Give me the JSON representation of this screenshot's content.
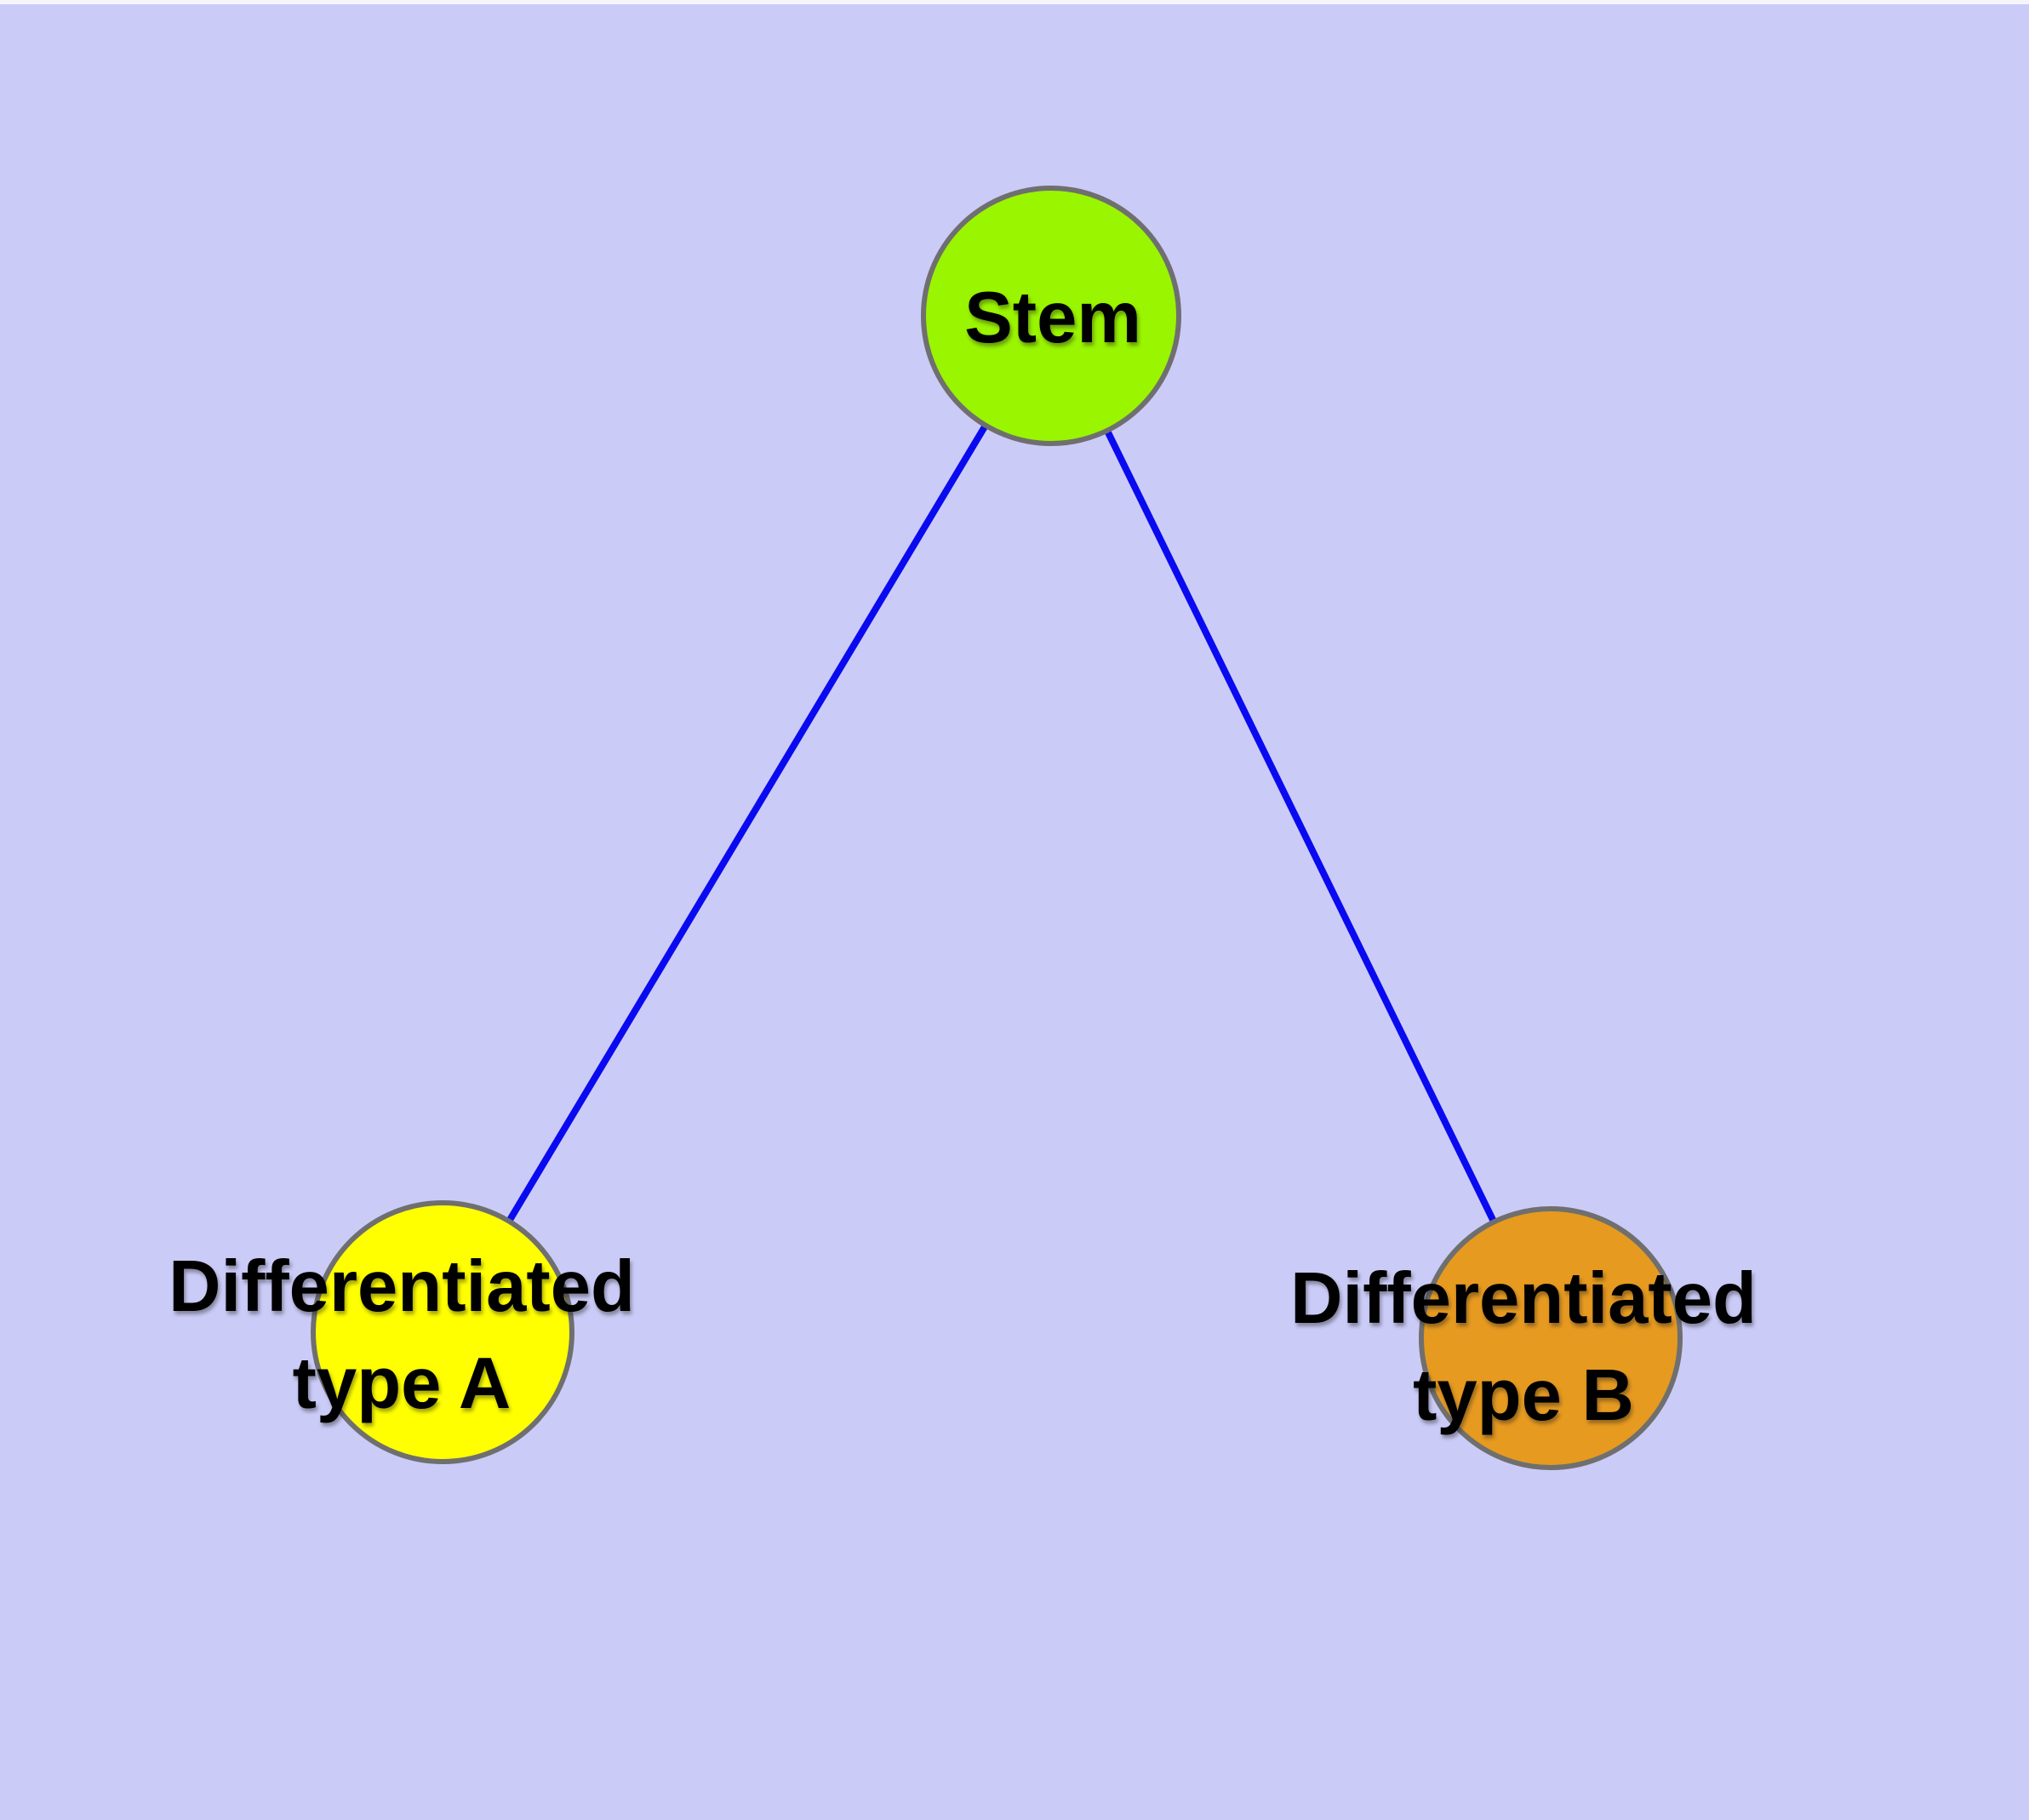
{
  "diagram": {
    "type": "graph",
    "background_color": "#CBCBF8",
    "top_margin_color": "#F5F5FD",
    "edge_color": "#0A0AF0",
    "node_border_color": "#6F6F6F",
    "label_color": "#000000",
    "nodes": [
      {
        "id": "stem",
        "label": "Stem",
        "line1": "Stem",
        "line2": "",
        "fill": "#9AF500"
      },
      {
        "id": "diff-a",
        "label": "Differentiated type A",
        "line1": "Differentiated",
        "line2": "type A",
        "fill": "#FFFF00"
      },
      {
        "id": "diff-b",
        "label": "Differentiated type B",
        "line1": "Differentiated",
        "line2": "type B",
        "fill": "#E69A20"
      }
    ],
    "edges": [
      {
        "from": "Stem",
        "to": "Differentiated type A"
      },
      {
        "from": "Stem",
        "to": "Differentiated type B"
      }
    ]
  }
}
